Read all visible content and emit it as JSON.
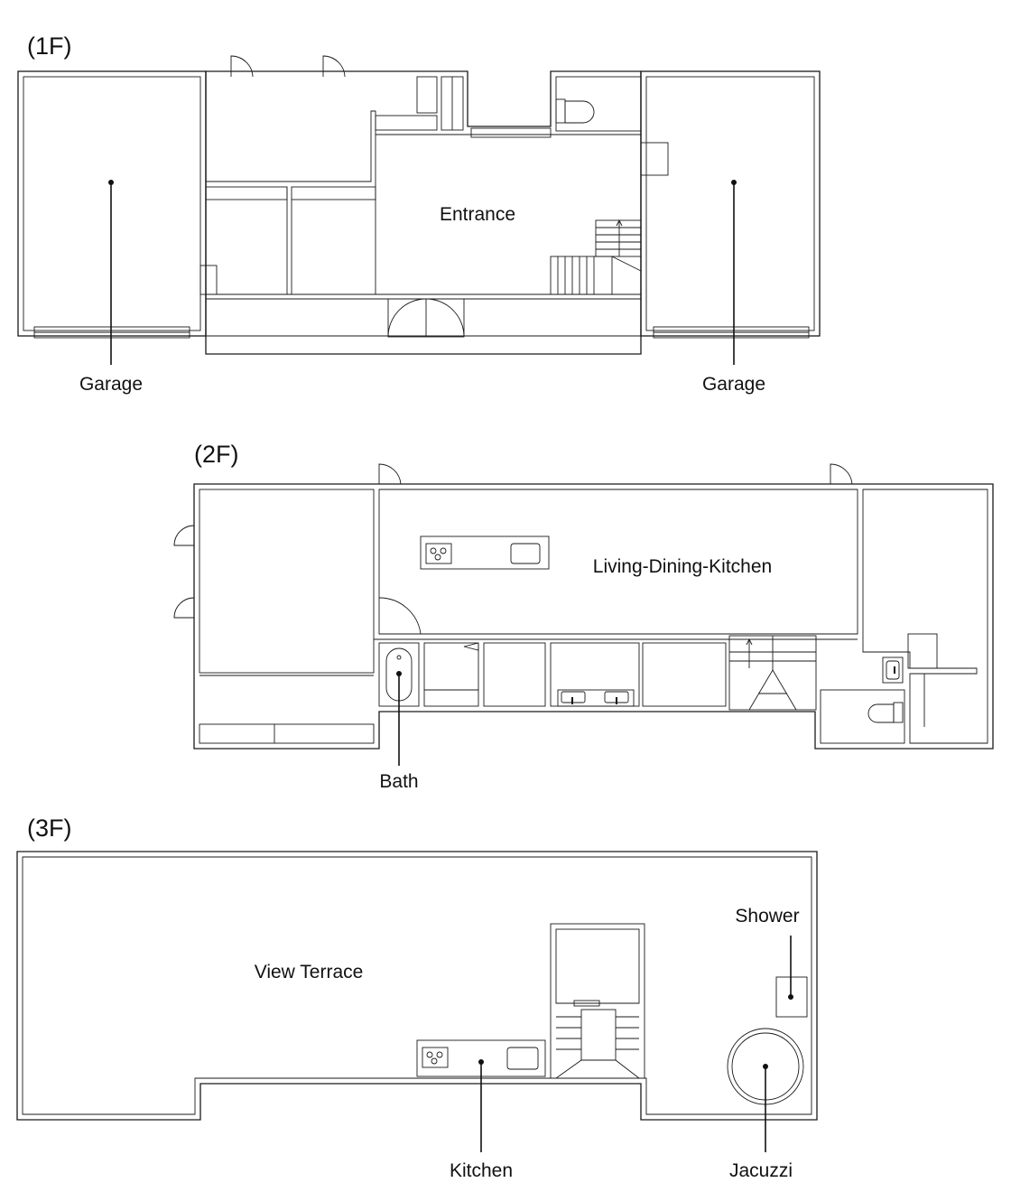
{
  "floors": {
    "f1": {
      "label": "(1F)",
      "rooms": {
        "garage_left": "Garage",
        "entrance": "Entrance",
        "garage_right": "Garage"
      }
    },
    "f2": {
      "label": "(2F)",
      "rooms": {
        "ldk": "Living-Dining-Kitchen",
        "bath": "Bath"
      }
    },
    "f3": {
      "label": "(3F)",
      "rooms": {
        "terrace": "View Terrace",
        "shower": "Shower",
        "kitchen": "Kitchen",
        "jacuzzi": "Jacuzzi"
      }
    }
  }
}
